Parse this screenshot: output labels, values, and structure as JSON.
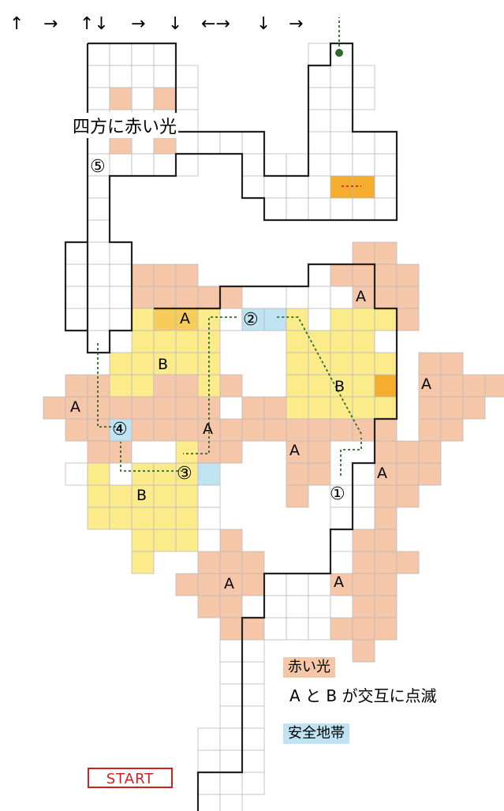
{
  "route_arrows": [
    "↑",
    "→",
    "↑↓",
    "→",
    "↓",
    "←→",
    "↓",
    "→"
  ],
  "colors": {
    "wall": "#222222",
    "grid": "#bbbbbb",
    "red_light": "#f5c6a8",
    "yellow": "#fbeb8a",
    "yellow_dark": "#f7cc5a",
    "safe": "#bfe3f2",
    "orange": "#f5ad2e",
    "path": "#2e6b2e",
    "start_red": "#d02020"
  },
  "floor_labels": {
    "four_dirs": "四方に赤い光",
    "a": "A",
    "b": "B"
  },
  "markers": {
    "m1": "①",
    "m2": "②",
    "m3": "③",
    "m4": "④",
    "m5": "⑤"
  },
  "legend": {
    "red_light_label": "赤い光",
    "alternate_text": "A と B が交互に点滅",
    "safe_zone_label": "安全地帯"
  },
  "start_label": "START"
}
